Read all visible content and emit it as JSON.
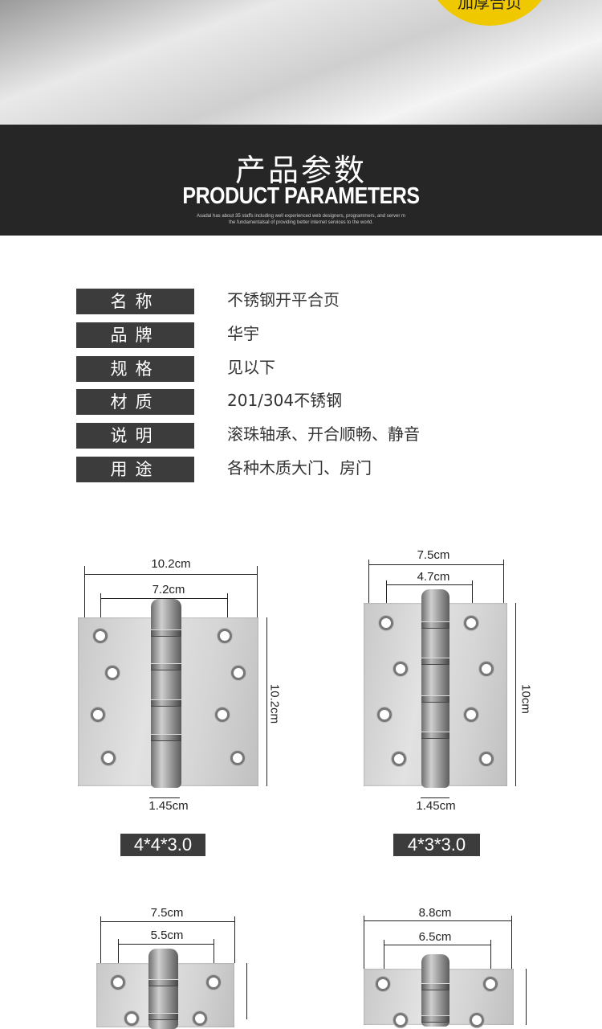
{
  "hero": {
    "badge_text": "加厚合页"
  },
  "section_header": {
    "title_cn": "产品参数",
    "title_en": "PRODUCT PARAMETERS",
    "subtitle_line1": "Asadal has about 35 staffs including well experienced web designers, programmers, and server m",
    "subtitle_line2": "the fundamentalsal of providing better internet services to the world."
  },
  "parameters": [
    {
      "label": "名称",
      "value": "不锈钢开平合页"
    },
    {
      "label": "品牌",
      "value": "华宇"
    },
    {
      "label": "规格",
      "value": "见以下"
    },
    {
      "label": "材质",
      "value": "201/304不锈钢"
    },
    {
      "label": "说明",
      "value": "滚珠轴承、开合顺畅、静音"
    },
    {
      "label": "用途",
      "value": "各种木质大门、房门"
    }
  ],
  "products": [
    {
      "width": "10.2cm",
      "hole_spacing": "7.2cm",
      "height": "10.2cm",
      "knuckle": "1.45cm",
      "model": "4*4*3.0"
    },
    {
      "width": "7.5cm",
      "hole_spacing": "4.7cm",
      "height": "10cm",
      "knuckle": "1.45cm",
      "model": "4*3*3.0"
    },
    {
      "width": "7.5cm",
      "hole_spacing": "5.5cm"
    },
    {
      "width": "8.8cm",
      "hole_spacing": "6.5cm"
    }
  ]
}
